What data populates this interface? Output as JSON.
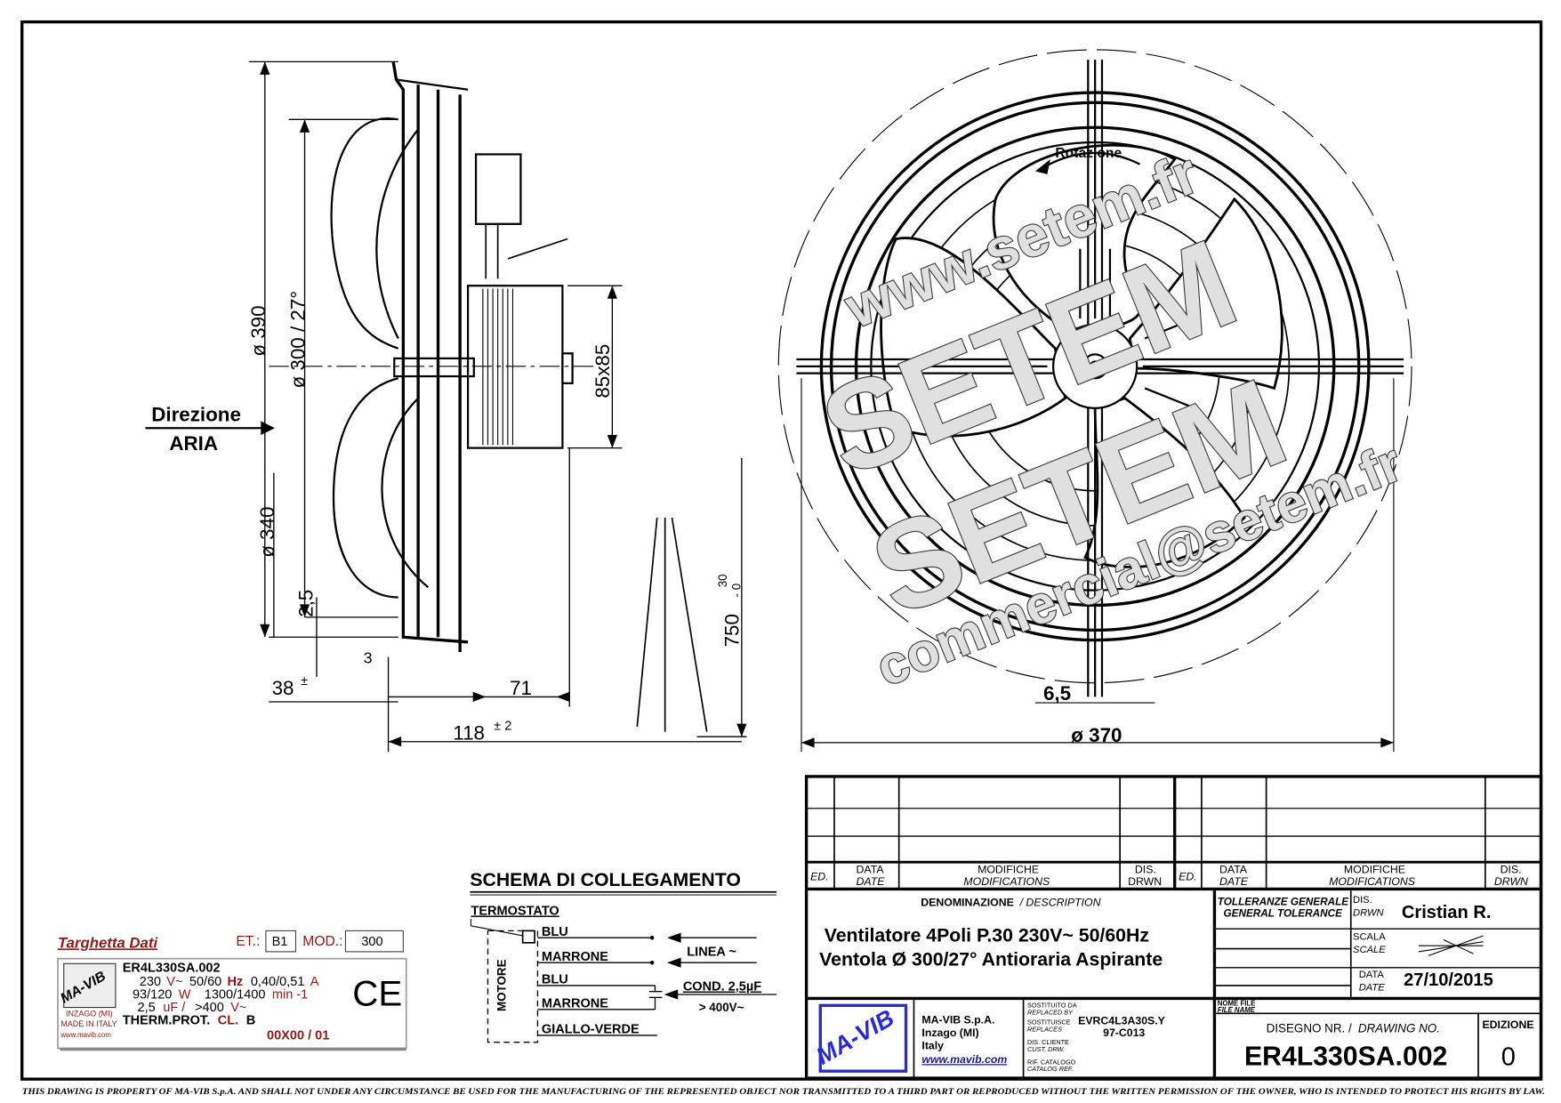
{
  "side_view": {
    "d390": "ø 390",
    "d300": "ø 300 / 27°",
    "d340": "ø 340",
    "d2_5": "2,5",
    "d38": "38",
    "d38_tol": "±",
    "d3": "3",
    "d71": "71",
    "d118": "118",
    "d118_tol": "± 2",
    "d85": "85x85",
    "d750": "750",
    "d750_tol_upper": "30",
    "d750_tol_lower": "- 0",
    "airflow_line1": "Direzione",
    "airflow_line2": "ARIA"
  },
  "front_view": {
    "rotation_label": "Rotazione",
    "d6_5": "6,5",
    "d370": "ø 370"
  },
  "watermark": {
    "url": "www.setem.fr",
    "brand_1": "SETEM",
    "brand_2": "SETEM",
    "email": "commercial@setem.fr"
  },
  "nameplate": {
    "title": "Targhetta Dati",
    "et_label": "ET.:",
    "et_value": "B1",
    "mod_label": "MOD.:",
    "mod_value": "300",
    "logo_text": "MA-VIB",
    "maker_line1": "INZAGO (MI)",
    "maker_line2": "MADE IN ITALY",
    "maker_line3": "www.mavib.com",
    "code": "ER4L330SA.002",
    "voltage": "230",
    "voltage_unit": "V~",
    "freq": "50/60",
    "freq_unit": "Hz",
    "current": "0,40/0,51",
    "current_unit": "A",
    "power": "93/120",
    "power_unit": "W",
    "speed": "1300/1400",
    "speed_unit": "min -1",
    "cap": "2,5",
    "cap_unit": "uF /",
    "cap_voltage": ">400",
    "cap_voltage_unit": "V~",
    "therm": "THERM.PROT.",
    "therm_cl": "CL.",
    "therm_class": "B",
    "serial": "00X00 / 01",
    "ce_mark": "CE"
  },
  "schema": {
    "title": "SCHEMA  DI  COLLEGAMENTO",
    "termostato": "TERMOSTATO",
    "motore": "MOTORE",
    "wires": [
      "BLU",
      "MARRONE",
      "BLU",
      "MARRONE",
      "GIALLO-VERDE"
    ],
    "linea": "LINEA ~",
    "cond": "COND. 2,5µF",
    "cond_voltage": "> 400V~"
  },
  "title_block": {
    "rev_headers": {
      "ed": "ED.",
      "data": "DATA",
      "date": "DATE",
      "modifiche": "MODIFICHE",
      "modifications": "MODIFICATIONS",
      "dis": "DIS.",
      "drwn": "DRWN"
    },
    "description_label": "DENOMINAZIONE",
    "description_label_en": "/ DESCRIPTION",
    "description_line1": "Ventilatore 4Poli  P.30 230V~ 50/60Hz",
    "description_line2": "Ventola Ø 300/27° Antioraria Aspirante",
    "tolerance_label": "TOLLERANZE GENERALE",
    "tolerance_label_en": "GENERAL TOLERANCE",
    "drawn_label": "DIS.",
    "drawn_label_en": "DRWN",
    "drawn_by": "Cristian R.",
    "scale_label": "SCALA",
    "scale_label_en": "SCALE",
    "date_label": "DATA",
    "date_label_en": "DATE",
    "date": "27/10/2015",
    "file_name_label": "NOME FILE",
    "file_name_label_en": "FILE NAME",
    "drawing_no_label": "DISEGNO NR. /",
    "drawing_no_label_en": "DRAWING NO.",
    "drawing_no": "ER4L330SA.002",
    "edition_label": "EDIZIONE",
    "edition": "0",
    "logo_text": "MA-VIB",
    "company_name": "MA-VIB S.p.A.",
    "company_city": "Inzago (MI)",
    "company_country": "Italy",
    "company_url": "www.mavib.com",
    "replaced_by_label": "SOSTITUITO DA",
    "replaced_by_label_en": "REPLACED BY",
    "replaces_label": "SOSTITUISCE",
    "replaces_label_en": "REPLACES",
    "replaces_value1": "EVRC4L3A30S.Y",
    "replaces_value2": "97-C013",
    "cust_drw_label": "DIS. CLIENTE",
    "cust_drw_label_en": "CUST. DRW.",
    "catalog_label": "RIF. CATALOGO",
    "catalog_label_en": "CATALOG REF."
  },
  "footer": "THIS DRAWING IS PROPERTY OF MA-VIB S.p.A. AND SHALL NOT UNDER ANY CIRCUMSTANCE BE USED FOR THE MANUFACTURING OF THE REPRESENTED OBJECT NOR TRANSMITTED TO A THIRD PART OR REPRODUCED WITHOUT THE WRITTEN PERMISSION OF THE OWNER, WHO IS INTENDED TO PROTECT HIS RIGHTS BY LAW.",
  "colors": {
    "ink": "#000000",
    "nameplate_red": "#8b1a1a",
    "logo_blue": "#2a2ad0",
    "watermark": "#e0e0e0"
  }
}
